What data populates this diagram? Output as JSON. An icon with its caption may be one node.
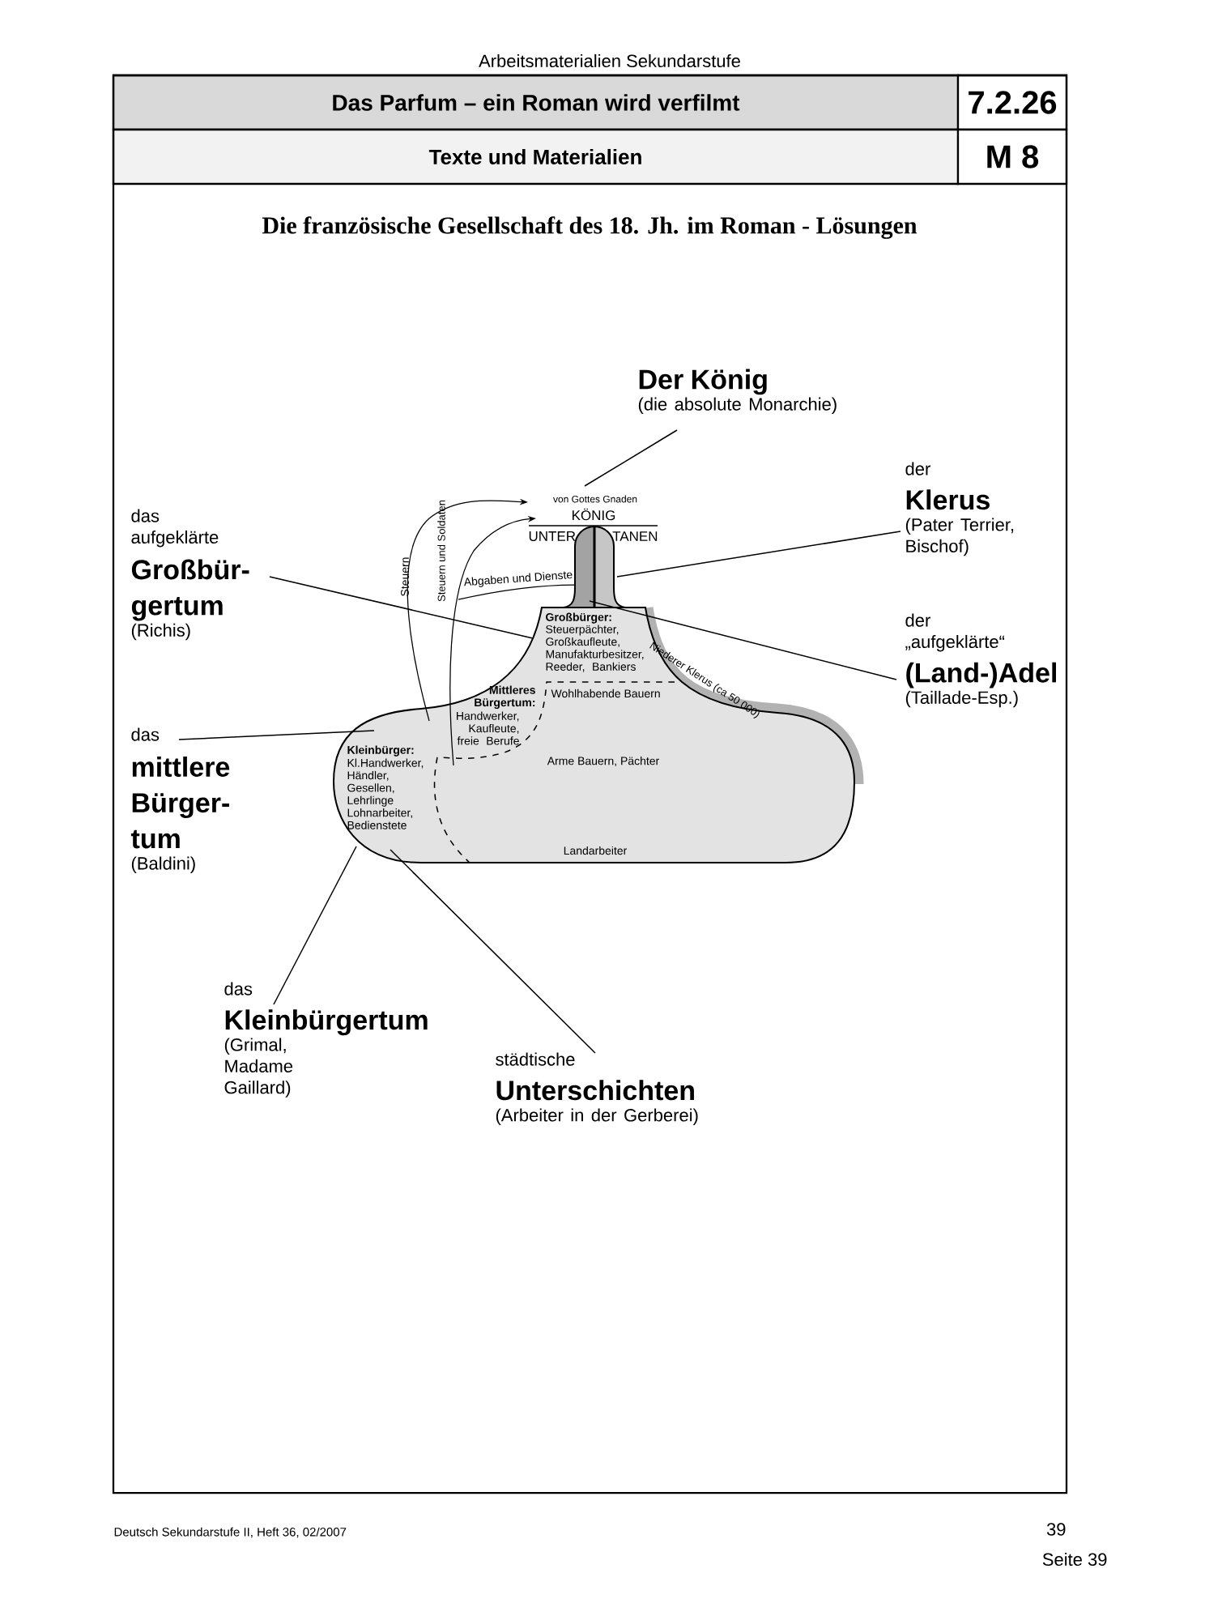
{
  "diagram": {
    "title": "Die französische Gesellschaft des 18. Jh. im Roman - Lösungen",
    "nodes": [
      {
        "text": [
          "Der König",
          "(die absolute Monarchie)"
        ]
      },
      {
        "text": [
          "der",
          "Klerus",
          "(Pater Terrier, Bischof)"
        ]
      },
      {
        "text": [
          "das aufgeklärte",
          "Großbür-gertum",
          "(Richis)"
        ]
      },
      {
        "text": [
          "der „aufgeklärte“",
          "(Land-)**Adel**",
          "(Taillade-Esp.)"
        ]
      },
      {
        "text": [
          "das",
          "mittlere Bürger-tum",
          "(Baldini)"
        ]
      },
      {
        "text": [
          "das",
          "Kleinbürgertum",
          "(Grimal, Madame Gaillard)"
        ]
      },
      {
        "text": [
          "städtische",
          "Unterschichten",
          "(Arbeiter in der Gerberei)"
        ]
      },
      {
        "text": [],
        "shape": "bell"
      }
    ],
    "edges": [
      {
        "from": 0,
        "to": 7,
        "arrow": "none"
      },
      {
        "from": 1,
        "to": 7,
        "arrow": "none"
      },
      {
        "from": 2,
        "to": 7,
        "arrow": "none"
      },
      {
        "from": 3,
        "to": 7,
        "arrow": "none"
      },
      {
        "from": 4,
        "to": 7,
        "arrow": "none"
      },
      {
        "from": 5,
        "to": 7,
        "arrow": "none"
      },
      {
        "from": 6,
        "to": 7,
        "arrow": "none"
      }
    ],
    "labels": [
      "Arbeitsmaterialien Sekundarstufe",
      "Das Parfum – ein Roman wird verfilmt",
      "7.2.26",
      "Texte und Materialien",
      "M 8",
      "von Gottes Gnaden",
      "KÖNIG",
      "UNTER",
      "TANEN",
      "Steuern",
      "Steuern und Soldaten",
      "Abgaben und Dienste",
      "Großbürger:",
      "Steuerpächter, Großkaufleute, Manufakturbesitzer, Reeder, Bankiers",
      "Niederer Klerus (ca 50 000)",
      "Mittleres Bürgertum:",
      "Wohlhabende Bauern",
      "Handwerker, Kaufleute, freie Berufe",
      "Kleinbürger:",
      "Kl.Handwerker, Händler, Gesellen, Lehrlinge Lohnarbeiter, Bedienstete",
      "Arme Bauern, Pächter",
      "Landarbeiter",
      "Deutsch Sekundarstufe II, Heft 36, 02/2007",
      "39",
      "Seite 39"
    ]
  }
}
